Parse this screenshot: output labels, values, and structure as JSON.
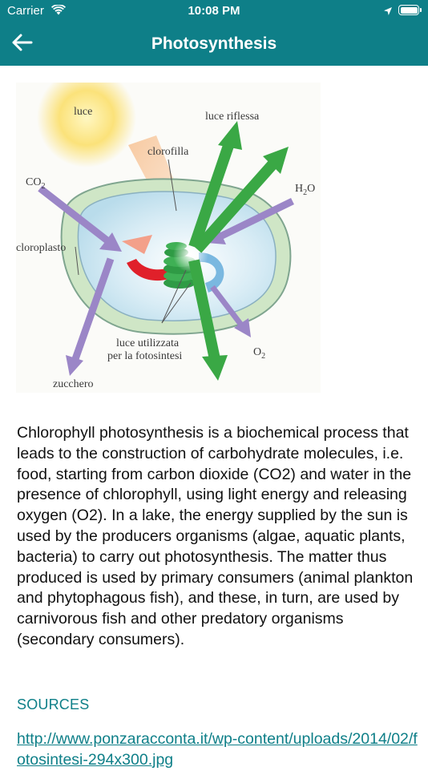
{
  "status_bar": {
    "carrier": "Carrier",
    "time": "10:08 PM"
  },
  "header": {
    "title": "Photosynthesis",
    "back_icon": "arrow-left-icon"
  },
  "figure": {
    "labels": {
      "luce": "luce",
      "luce_riflessa": "luce riflessa",
      "clorofilla": "clorofilla",
      "co2": "CO",
      "co2_sub": "2",
      "h2o_h": "H",
      "h2o_sub": "2",
      "h2o_o": "O",
      "cloroplasto": "cloroplasto",
      "luce_utilizzata_1": "luce utilizzata",
      "luce_utilizzata_2": "per la fotosintesi",
      "o2": "O",
      "o2_sub": "2",
      "zucchero": "zucchero"
    }
  },
  "content": {
    "paragraph": "Chlorophyll photosynthesis is a biochemical process that leads to the construction of carbohydrate molecules, i.e. food, starting from carbon dioxide (CO2) and water in the presence of chlorophyll, using light energy and releasing oxygen (O2). In a lake, the energy supplied by the sun is used by the producers organisms (algae, aquatic plants, bacteria) to carry out photosynthesis. The matter thus produced is used by primary consumers (animal plankton and phytophagous fish), and these, in turn, are used by carnivorous fish and other predatory organisms (secondary consumers).",
    "sources_heading": "SOURCES",
    "source_link": "http://www.ponzaracconta.it/wp-content/uploads/2014/02/fotosintesi-294x300.jpg"
  },
  "colors": {
    "header_bg": "#0e7f88",
    "accent": "#0e7f88"
  }
}
